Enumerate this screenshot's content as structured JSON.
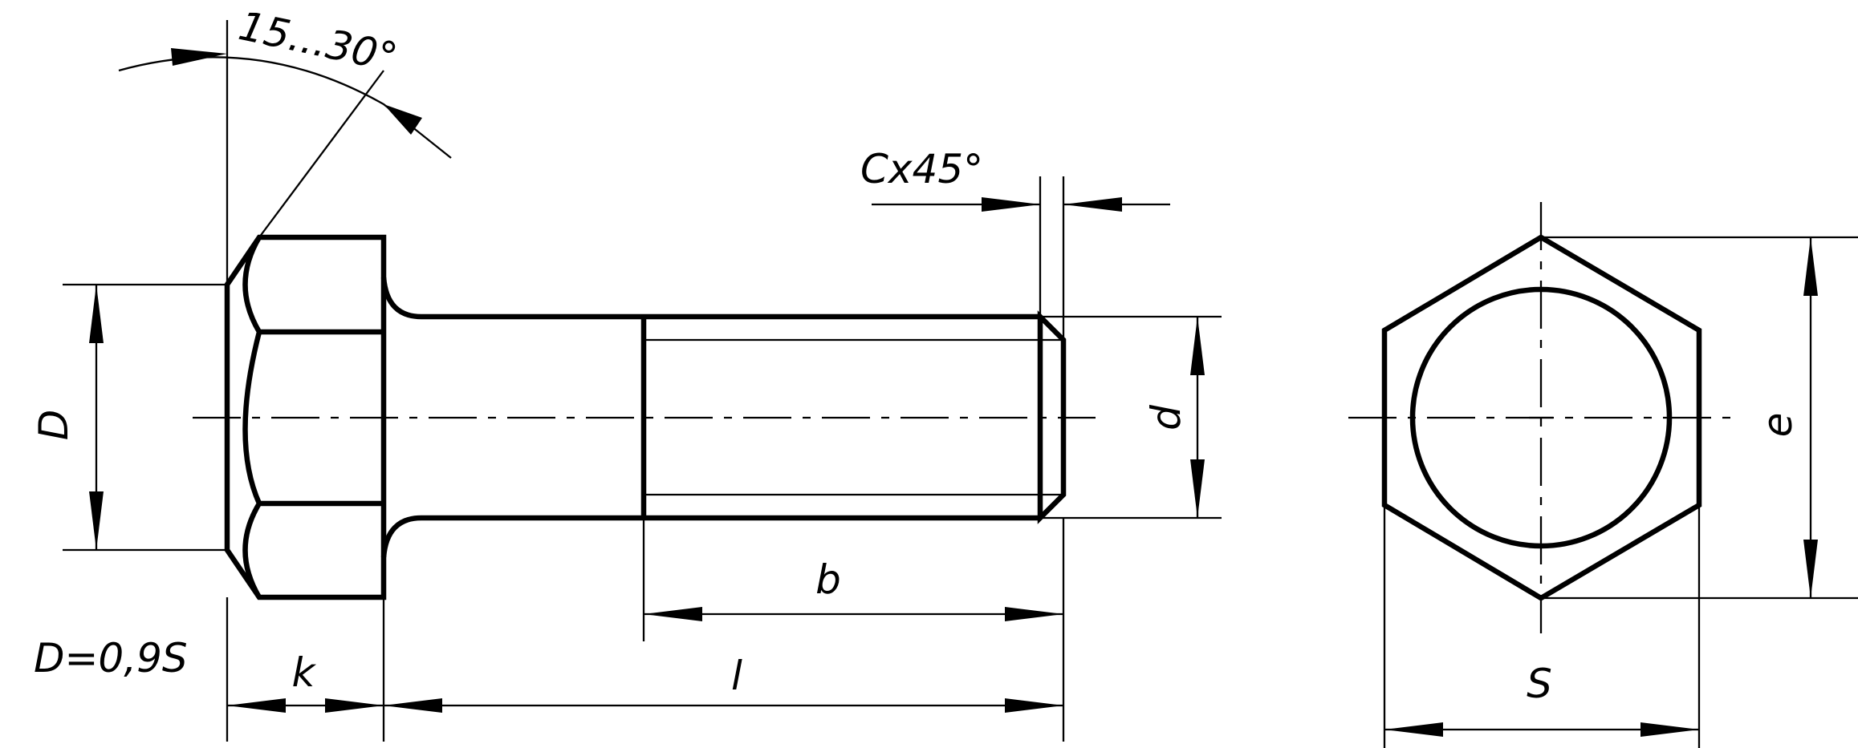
{
  "labels": {
    "head_chamfer_angle": "15...30°",
    "end_chamfer": "Cx45°",
    "head_chamfer_diameter": "D",
    "formula": "D=0,9S",
    "head_height": "k",
    "bolt_length": "l",
    "thread_length": "b",
    "thread_diameter": "d",
    "width_across_flats": "S",
    "width_across_corners": "e"
  }
}
